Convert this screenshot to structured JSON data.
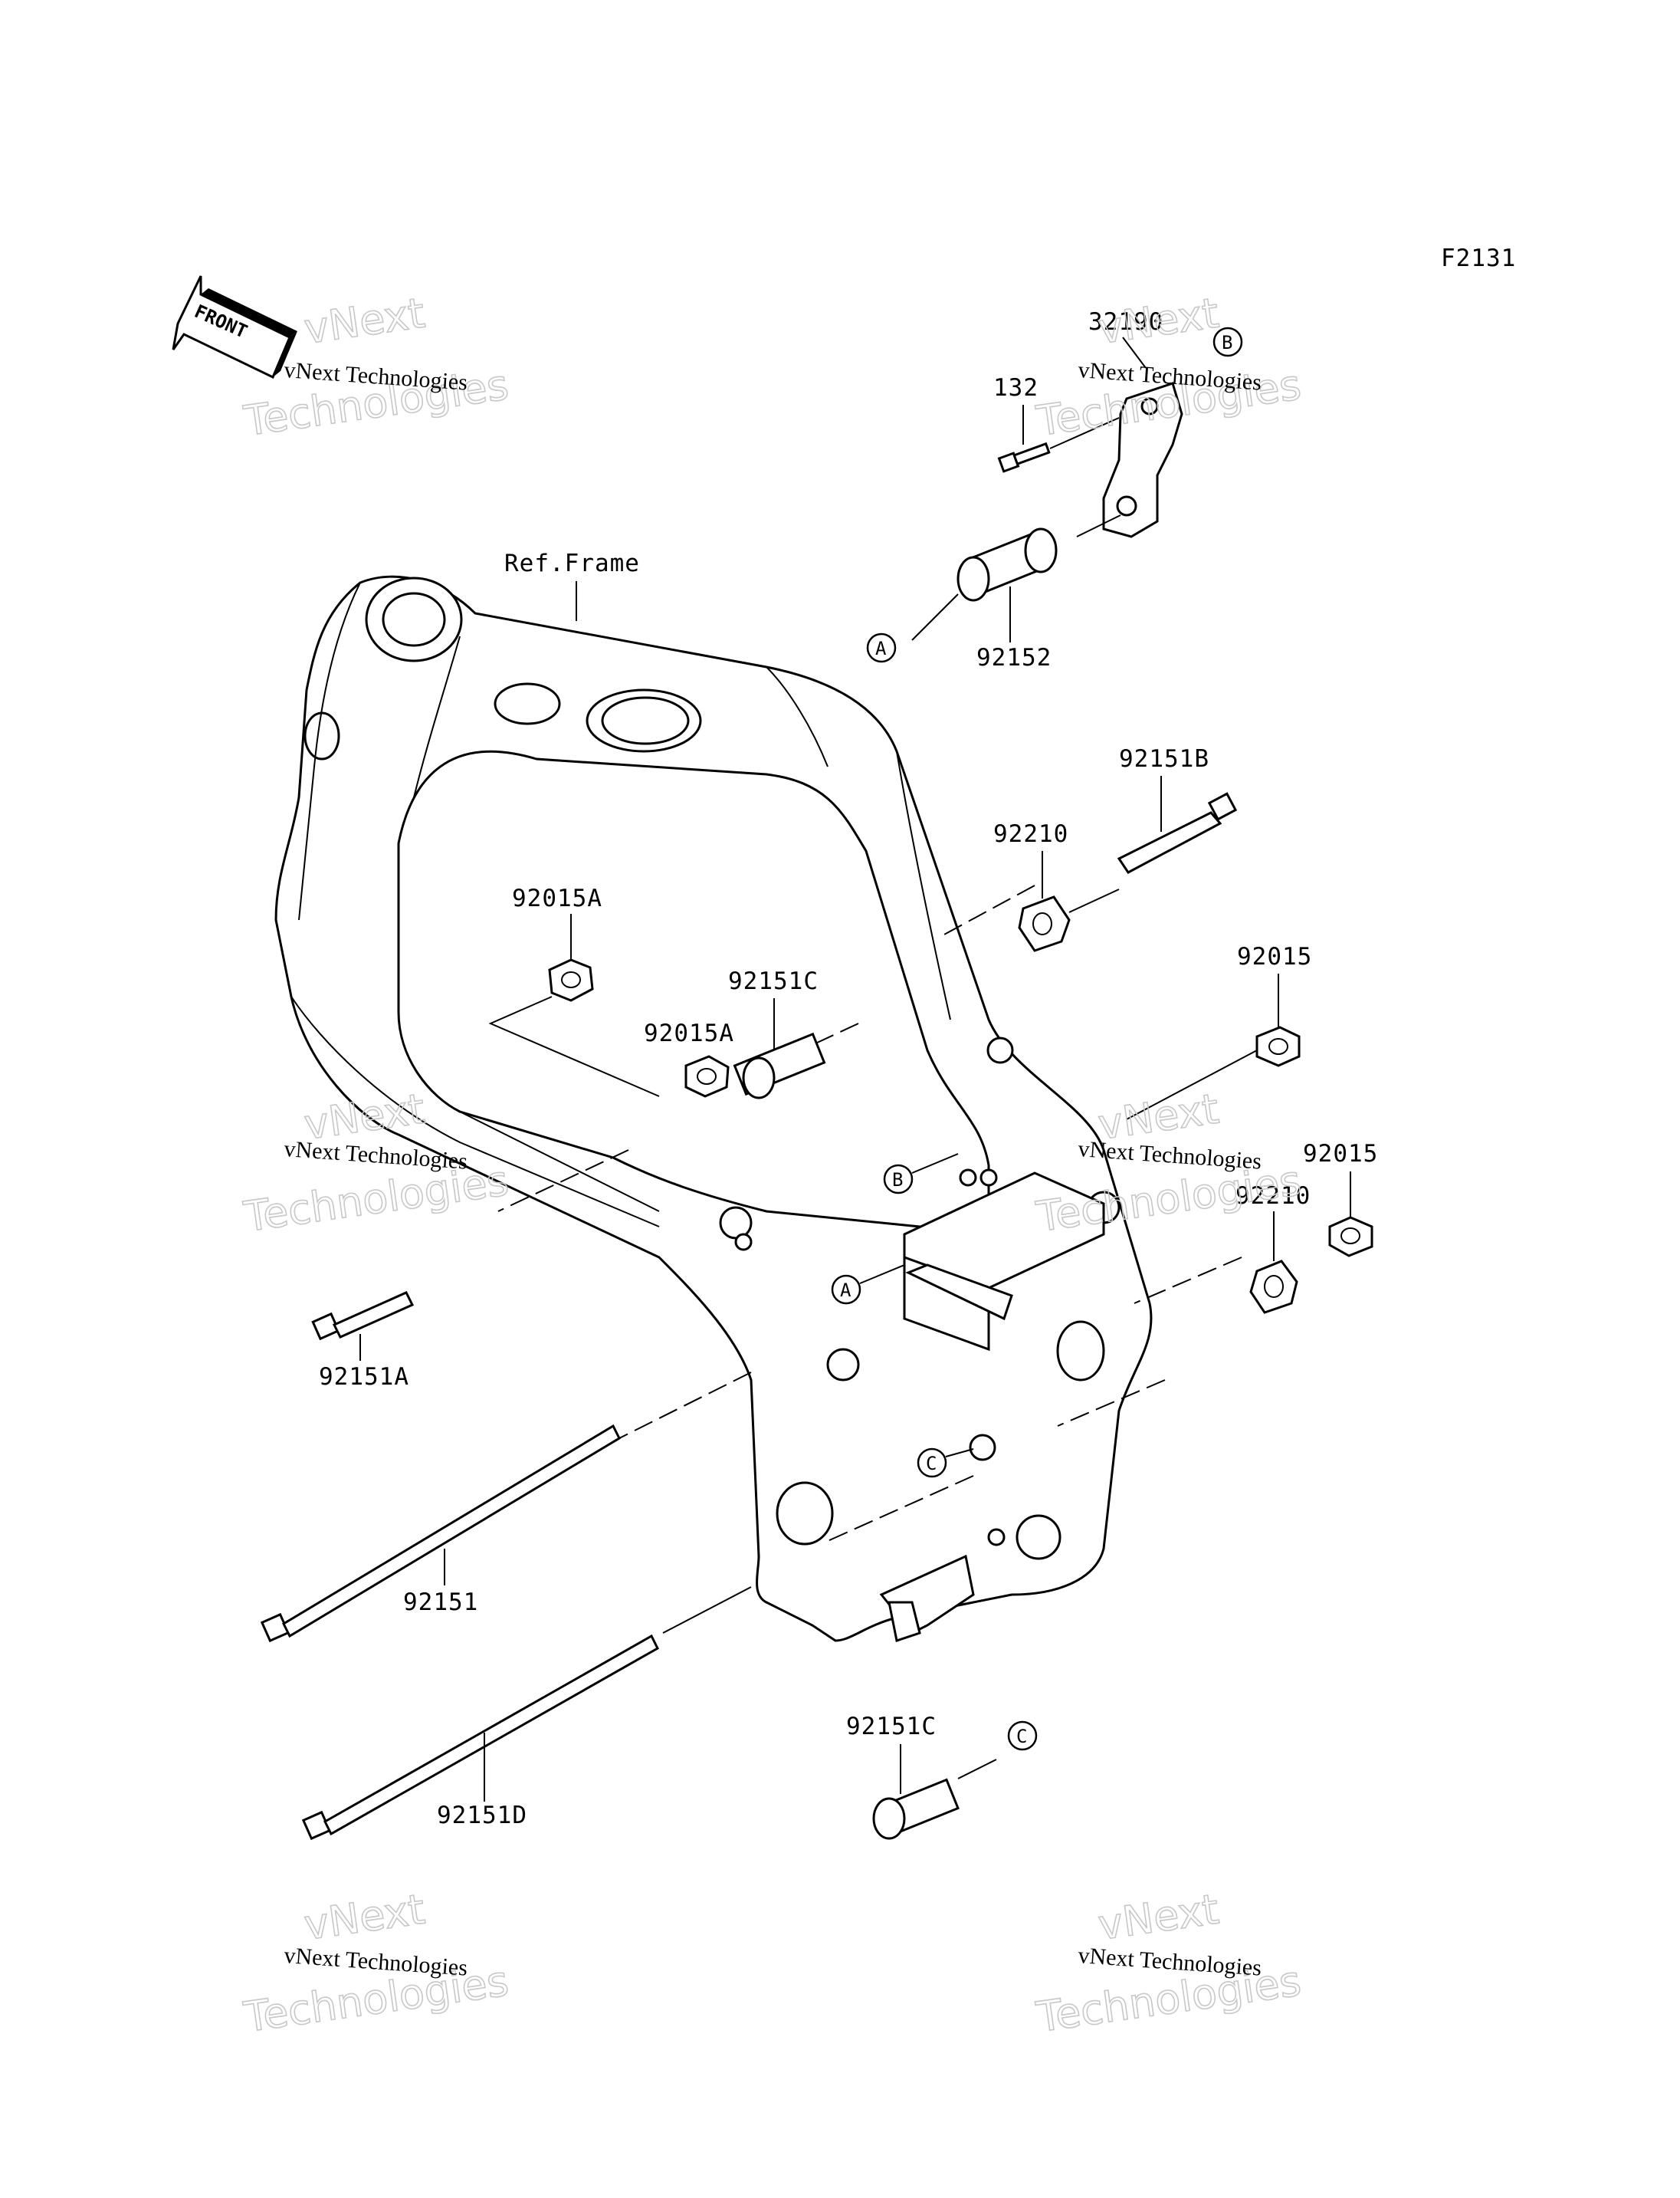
{
  "diagram_code": "F2131",
  "front_label": "FRONT",
  "frame_label": "Ref.Frame",
  "parts": {
    "p32190": "32190",
    "p132": "132",
    "p92152": "92152",
    "p92151B": "92151B",
    "p92210_top": "92210",
    "p92015A_top": "92015A",
    "p92151C_top": "92151C",
    "p92015A_mid": "92015A",
    "p92015_top": "92015",
    "p92015_right": "92015",
    "p92210_right": "92210",
    "p92151A": "92151A",
    "p92151": "92151",
    "p92151D": "92151D",
    "p92151C_bottom": "92151C"
  },
  "refs": {
    "A": "A",
    "B": "B",
    "C": "C"
  },
  "watermark": {
    "line1": "vNext Technologies",
    "line2a": "vNext",
    "line2b": "Technologies"
  }
}
